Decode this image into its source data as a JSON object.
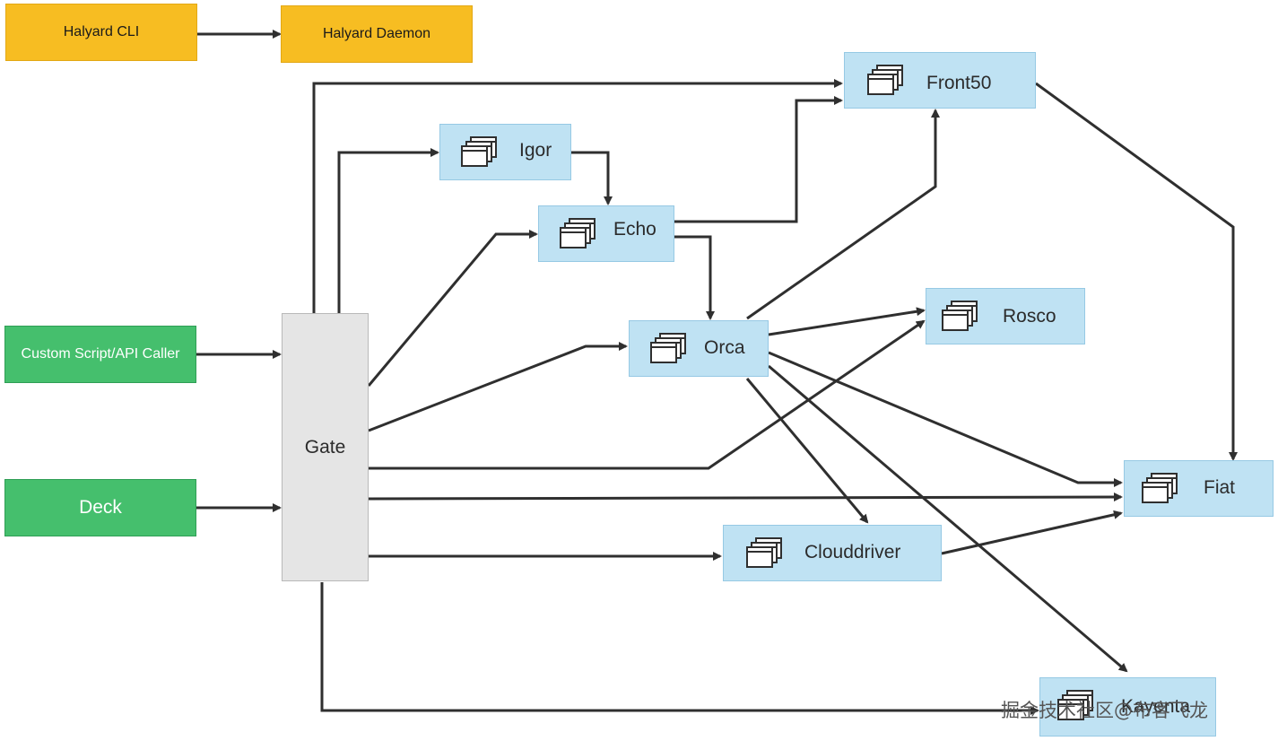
{
  "nodes": {
    "halyard_cli": "Halyard CLI",
    "halyard_daemon": "Halyard Daemon",
    "custom_script": "Custom Script/API Caller",
    "deck": "Deck",
    "gate": "Gate",
    "igor": "Igor",
    "echo": "Echo",
    "orca": "Orca",
    "front50": "Front50",
    "rosco": "Rosco",
    "fiat": "Fiat",
    "clouddriver": "Clouddriver",
    "kayenta": "Kayenta"
  },
  "edges": [
    {
      "from": "Halyard CLI",
      "to": "Halyard Daemon"
    },
    {
      "from": "Custom Script/API Caller",
      "to": "Gate"
    },
    {
      "from": "Deck",
      "to": "Gate"
    },
    {
      "from": "Gate",
      "to": "Front50"
    },
    {
      "from": "Gate",
      "to": "Igor"
    },
    {
      "from": "Gate",
      "to": "Echo"
    },
    {
      "from": "Gate",
      "to": "Orca"
    },
    {
      "from": "Gate",
      "to": "Rosco"
    },
    {
      "from": "Gate",
      "to": "Fiat"
    },
    {
      "from": "Gate",
      "to": "Clouddriver"
    },
    {
      "from": "Gate",
      "to": "Kayenta"
    },
    {
      "from": "Igor",
      "to": "Echo"
    },
    {
      "from": "Echo",
      "to": "Front50"
    },
    {
      "from": "Echo",
      "to": "Orca"
    },
    {
      "from": "Orca",
      "to": "Front50"
    },
    {
      "from": "Orca",
      "to": "Rosco"
    },
    {
      "from": "Orca",
      "to": "Fiat"
    },
    {
      "from": "Orca",
      "to": "Clouddriver"
    },
    {
      "from": "Orca",
      "to": "Kayenta"
    },
    {
      "from": "Front50",
      "to": "Fiat"
    },
    {
      "from": "Clouddriver",
      "to": "Fiat"
    }
  ],
  "colors": {
    "orange": "#f7bd22",
    "green": "#45bf6d",
    "service": "#bfe2f3",
    "gate": "#e5e5e5",
    "edge": "#2f2f2f"
  },
  "icon": "window-stack-icon",
  "watermark": "掘金技术社区@布客飞龙"
}
